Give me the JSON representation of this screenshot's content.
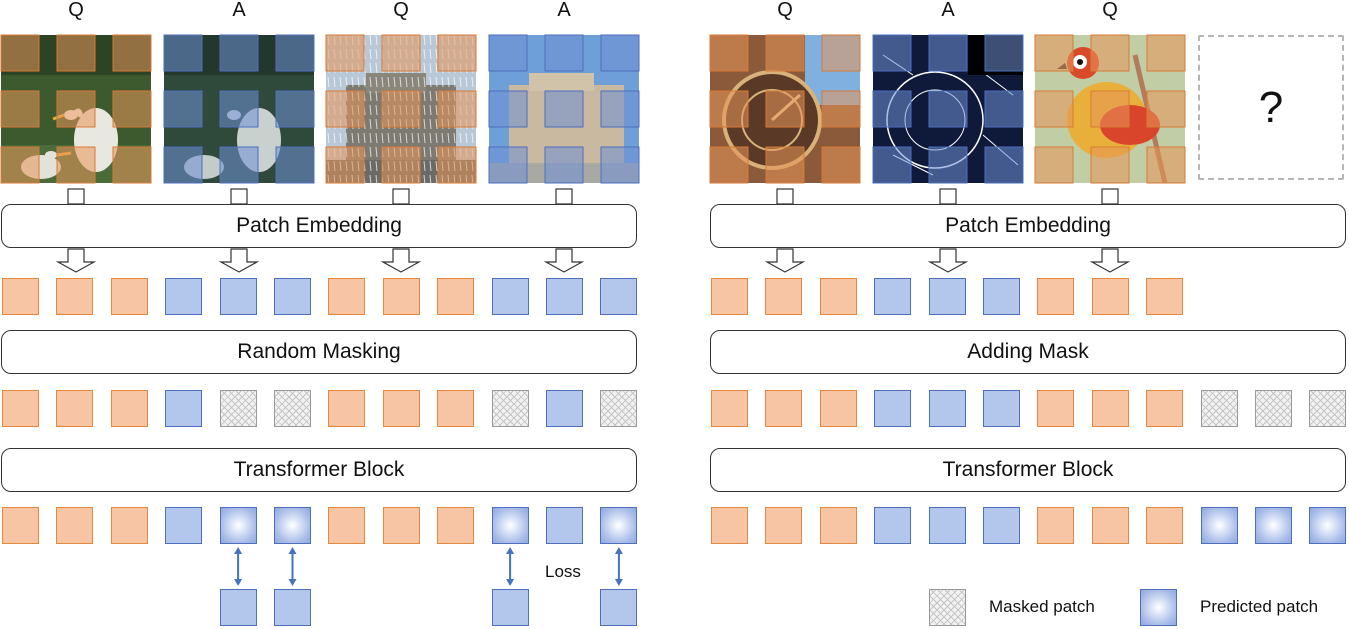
{
  "left": {
    "image_labels": [
      "Q",
      "A",
      "Q",
      "A"
    ],
    "patch_embedding": "Patch Embedding",
    "random_masking": "Random Masking",
    "transformer_block": "Transformer Block",
    "row1": [
      "o",
      "o",
      "o",
      "b",
      "b",
      "b",
      "o",
      "o",
      "o",
      "b",
      "b",
      "b"
    ],
    "row2": [
      "o",
      "o",
      "o",
      "b",
      "m",
      "m",
      "o",
      "o",
      "o",
      "m",
      "b",
      "m"
    ],
    "row3": [
      "o",
      "o",
      "o",
      "b",
      "p",
      "p",
      "o",
      "o",
      "o",
      "p",
      "b",
      "p"
    ],
    "targets": [
      4,
      5,
      9,
      11
    ],
    "loss_label": "Loss"
  },
  "right": {
    "image_labels": [
      "Q",
      "A",
      "Q"
    ],
    "query_mark": "?",
    "patch_embedding": "Patch Embedding",
    "adding_mask": "Adding Mask",
    "transformer_block": "Transformer Block",
    "row1": [
      "o",
      "o",
      "o",
      "b",
      "b",
      "b",
      "o",
      "o",
      "o"
    ],
    "row2": [
      "o",
      "o",
      "o",
      "b",
      "b",
      "b",
      "o",
      "o",
      "o",
      "m",
      "m",
      "m"
    ],
    "row3": [
      "o",
      "o",
      "o",
      "b",
      "b",
      "b",
      "o",
      "o",
      "o",
      "p",
      "p",
      "p"
    ]
  },
  "legend": {
    "masked": "Masked patch",
    "predicted": "Predicted patch"
  },
  "colors": {
    "orange_fill": "#f7c5a3",
    "orange_border": "#e4873f",
    "blue_fill": "#b3c6ec",
    "blue_border": "#4d6fbd",
    "arrow": "#4472c4"
  }
}
